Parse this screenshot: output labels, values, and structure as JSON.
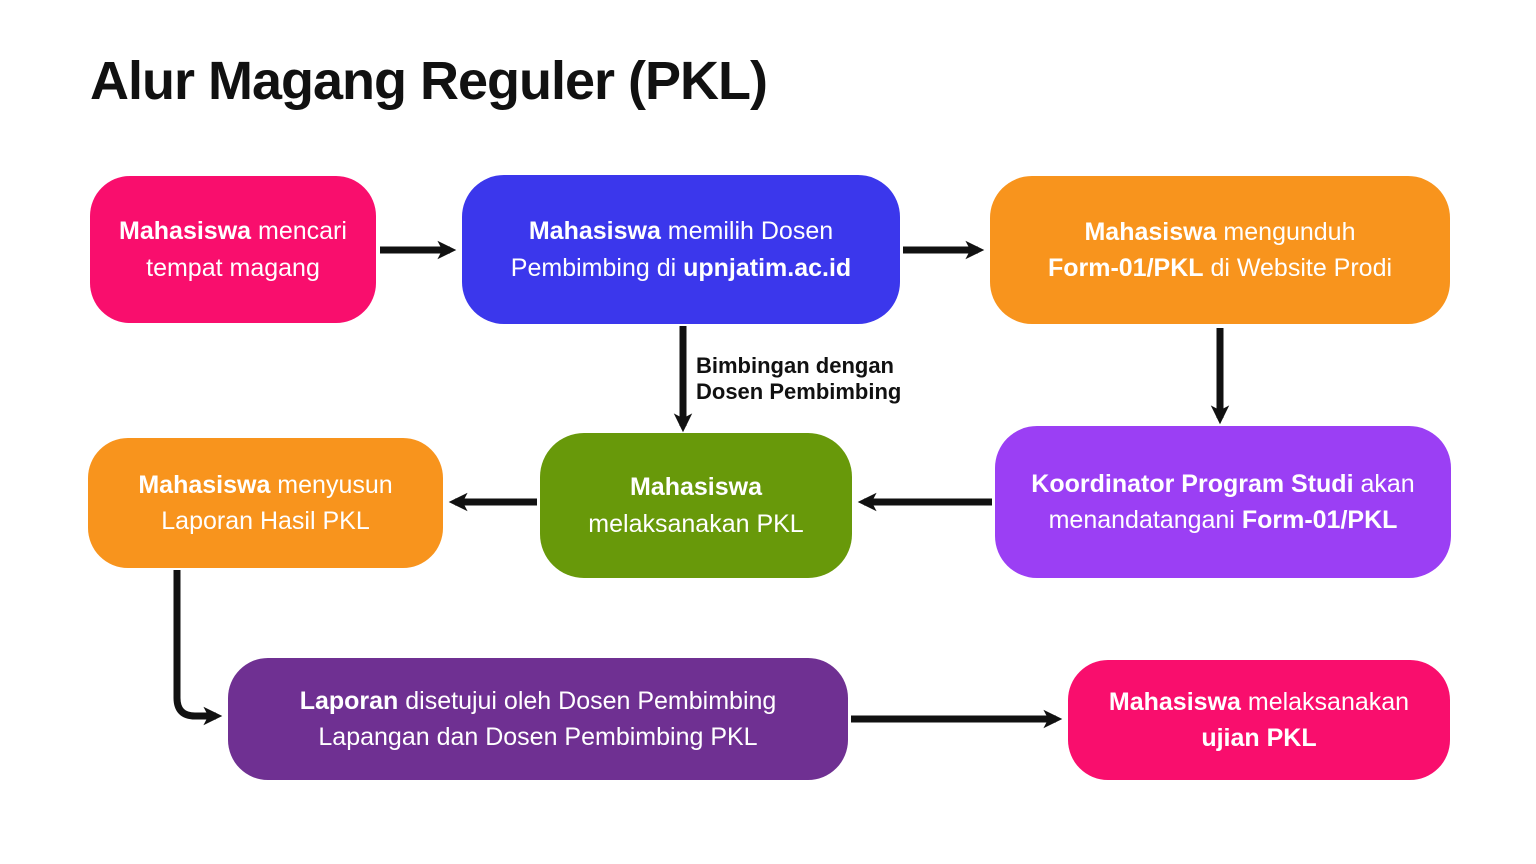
{
  "title": "Alur Magang Reguler (PKL)",
  "colors": {
    "background": "#FFFFFF",
    "title_text": "#111111",
    "arrow": "#111111",
    "node_text": "#FFFFFF",
    "pink": "#F90E6D",
    "blue": "#3B37EC",
    "orange": "#F8941D",
    "green": "#68990A",
    "violet": "#9B3FF4",
    "plum": "#6F3092"
  },
  "edge_label": {
    "line1": "Bimbingan dengan",
    "line2": "Dosen Pembimbing"
  },
  "nodes": [
    {
      "id": "cari-tempat-magang",
      "color": "#F90E6D",
      "lines": [
        [
          {
            "text": "Mahasiswa",
            "bold": true
          },
          {
            "text": " mencari"
          }
        ],
        [
          {
            "text": "tempat magang"
          }
        ]
      ]
    },
    {
      "id": "pilih-dosen-pembimbing",
      "color": "#3B37EC",
      "lines": [
        [
          {
            "text": "Mahasiswa",
            "bold": true
          },
          {
            "text": " memilih Dosen"
          }
        ],
        [
          {
            "text": "Pembimbing di "
          },
          {
            "text": "upnjatim.ac.id",
            "bold": true
          }
        ]
      ]
    },
    {
      "id": "unduh-form",
      "color": "#F8941D",
      "lines": [
        [
          {
            "text": "Mahasiswa",
            "bold": true
          },
          {
            "text": " mengunduh"
          }
        ],
        [
          {
            "text": "Form-01/PKL",
            "bold": true
          },
          {
            "text": " di Website Prodi"
          }
        ]
      ]
    },
    {
      "id": "susun-laporan",
      "color": "#F8941D",
      "lines": [
        [
          {
            "text": "Mahasiswa",
            "bold": true
          },
          {
            "text": " menyusun"
          }
        ],
        [
          {
            "text": "Laporan Hasil PKL"
          }
        ]
      ]
    },
    {
      "id": "laksanakan-pkl",
      "color": "#68990A",
      "lines": [
        [
          {
            "text": "Mahasiswa",
            "bold": true
          }
        ],
        [
          {
            "text": "melaksanakan PKL"
          }
        ]
      ]
    },
    {
      "id": "koordinator-tandatangan",
      "color": "#9B3FF4",
      "lines": [
        [
          {
            "text": "Koordinator Program Studi",
            "bold": true
          },
          {
            "text": " akan"
          }
        ],
        [
          {
            "text": "menandatangani "
          },
          {
            "text": "Form-01/PKL",
            "bold": true
          }
        ]
      ]
    },
    {
      "id": "laporan-disetujui",
      "color": "#6F3092",
      "lines": [
        [
          {
            "text": "Laporan",
            "bold": true
          },
          {
            "text": " disetujui oleh Dosen Pembimbing"
          }
        ],
        [
          {
            "text": "Lapangan dan Dosen Pembimbing PKL"
          }
        ]
      ]
    },
    {
      "id": "ujian-pkl",
      "color": "#F90E6D",
      "lines": [
        [
          {
            "text": "Mahasiswa",
            "bold": true
          },
          {
            "text": " melaksanakan"
          }
        ],
        [
          {
            "text": "ujian PKL",
            "bold": true
          }
        ]
      ]
    }
  ]
}
